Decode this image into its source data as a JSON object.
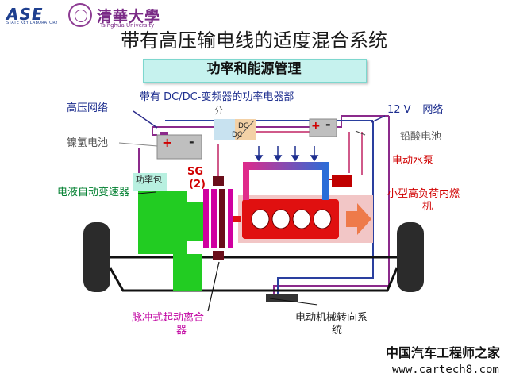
{
  "header": {
    "logo_left_main": "ASE",
    "logo_left_sub": "STATE KEY LABORATORY",
    "logo_right_name": "清華大學",
    "logo_right_sub": "Tsinghua University"
  },
  "title": "带有高压输电线的适度混合系统",
  "subtitle": "功率和能源管理",
  "labels": {
    "power_electronics": "带有 DC/DC-变频器的功率电器部",
    "power_electronics_fen": "分",
    "dcdc_top": "DC",
    "dcdc_bottom": "DC",
    "hv_net": "高压网络",
    "v12_net": "12 V – 网络",
    "nimh_battery": "镍氢电池",
    "lead_acid": "铅酸电池",
    "battery_plus": "+",
    "battery_minus": "-",
    "electric_pump": "电动水泵",
    "power_pack": "功率包",
    "sg": "SG",
    "sg_num": "(2)",
    "engine_line1": "小型高负荷内燃",
    "engine_line2": "机",
    "transmission": "电液自动变速器",
    "clutch_line1": "脉冲式起动离合",
    "clutch_line2": "器",
    "steering_line1": "电动机械转向系",
    "steering_line2": "统"
  },
  "watermark": {
    "cn": "中国汽车工程师之家",
    "url": "www.cartech8.com"
  },
  "colors": {
    "wire_hv": "#8b2a8b",
    "wire_12v": "#2a3f9f",
    "wire_lv": "#d05a8a",
    "transmission": "#22cc22",
    "engine_red": "#e01010",
    "engine_body": "#f2c6c6",
    "wheel": "#2b2b2b",
    "cooling_blue": "#2a6dd8",
    "cooling_pink": "#e02a8a",
    "pump_red": "#c00000",
    "arrow_orange": "#ee7a4a",
    "sg_dark": "#6a0e1a",
    "sg_pink": "#d000a0",
    "battery_gray": "#bfbfbf",
    "dcdc_blue": "#c8e2f0",
    "dcdc_orange": "#f3d1a6"
  }
}
